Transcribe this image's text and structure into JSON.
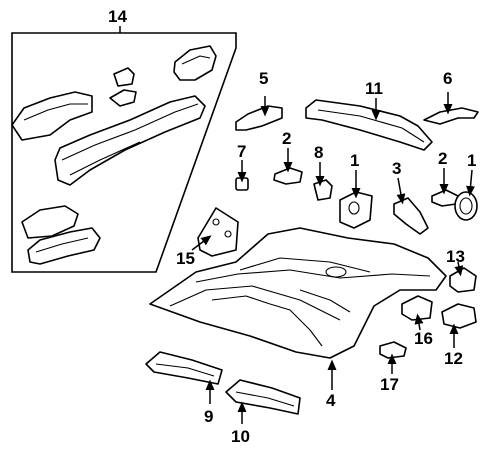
{
  "diagram": {
    "callouts": {
      "c1a": "1",
      "c1b": "1",
      "c2a": "2",
      "c2b": "2",
      "c3": "3",
      "c5": "5",
      "c6": "6",
      "c7": "7",
      "c8": "8",
      "c9": "9",
      "c10": "10",
      "c11": "11",
      "c12": "12",
      "c13": "13",
      "c14": "14",
      "c15": "15",
      "c16": "16",
      "c17": "17"
    }
  }
}
